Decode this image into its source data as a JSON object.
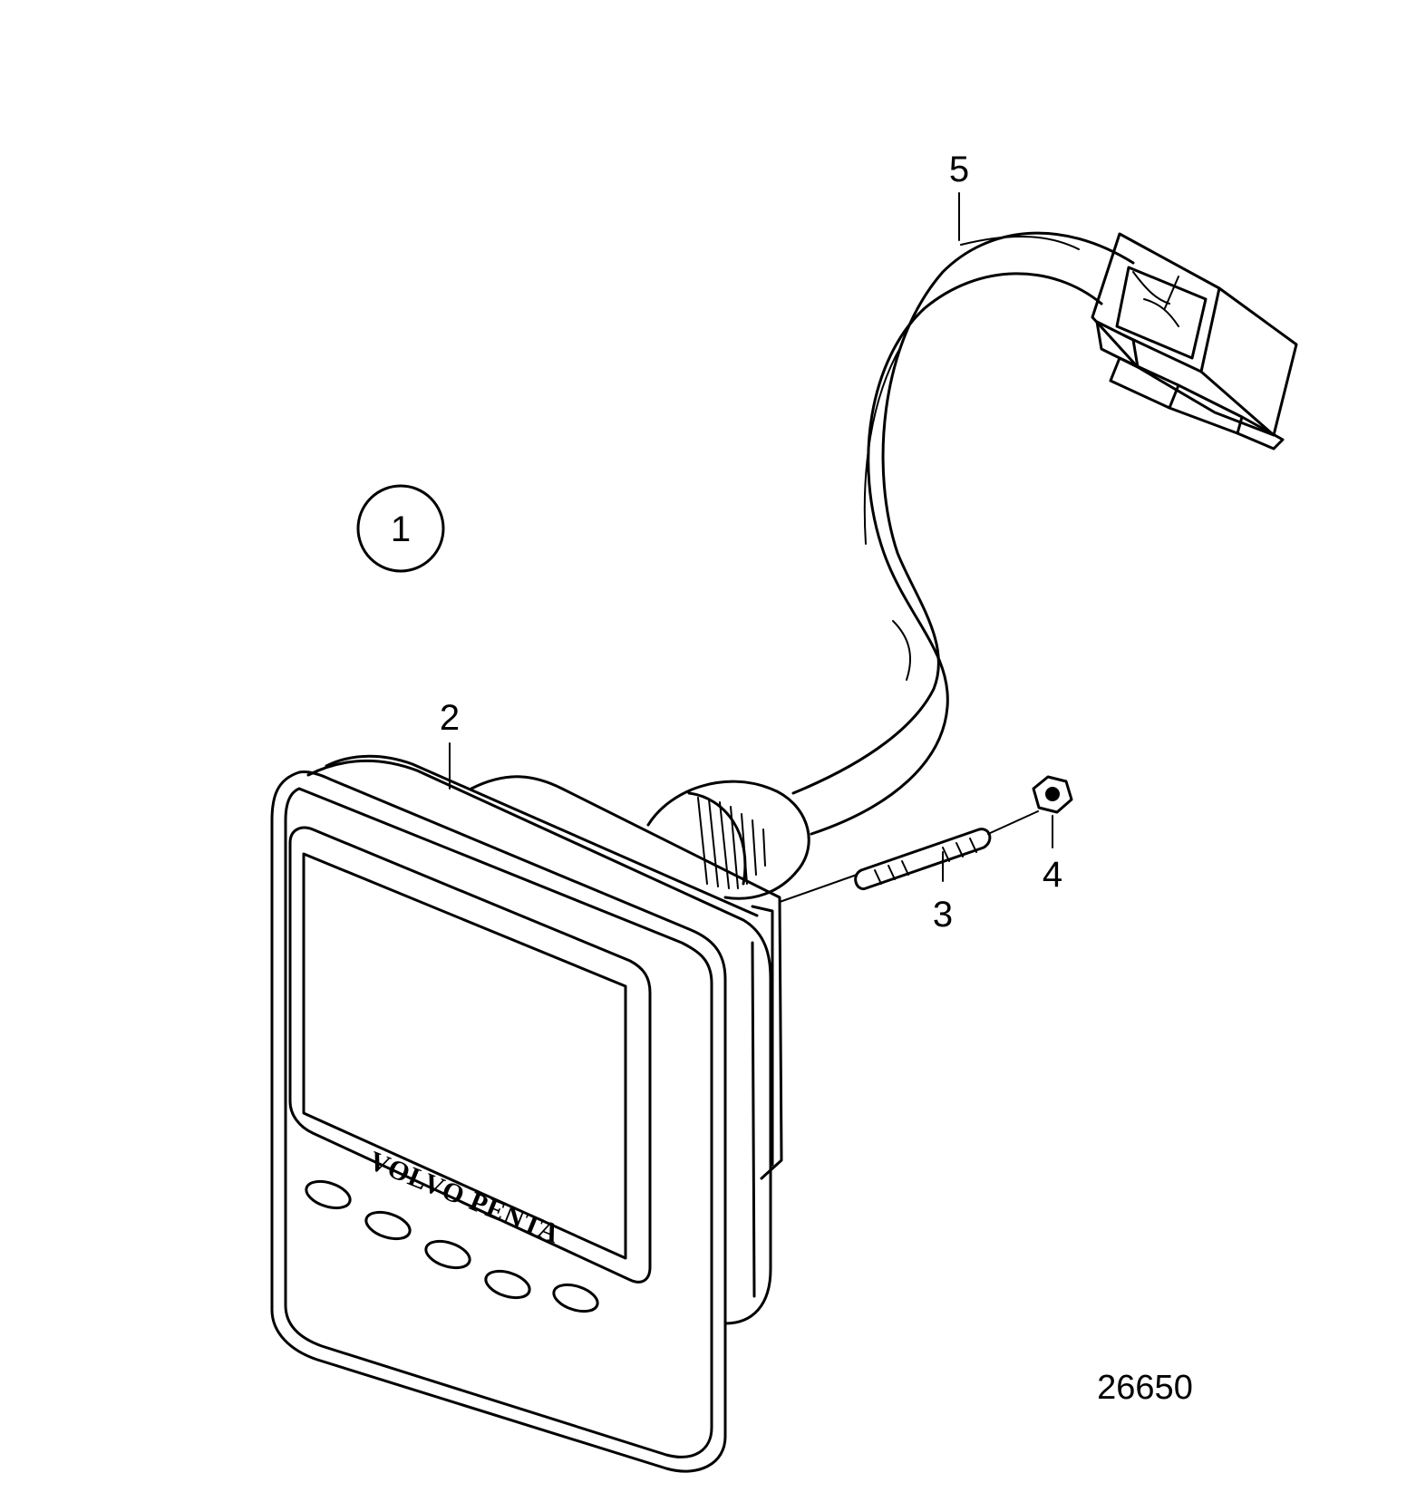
{
  "figure": {
    "number": "26650",
    "group_marker": "1",
    "brand_text": "VOLVO PENTA"
  },
  "callouts": [
    {
      "id": "2",
      "label": "2"
    },
    {
      "id": "3",
      "label": "3"
    },
    {
      "id": "4",
      "label": "4"
    },
    {
      "id": "5",
      "label": "5"
    }
  ],
  "colors": {
    "line": "#000000",
    "background": "#ffffff"
  }
}
